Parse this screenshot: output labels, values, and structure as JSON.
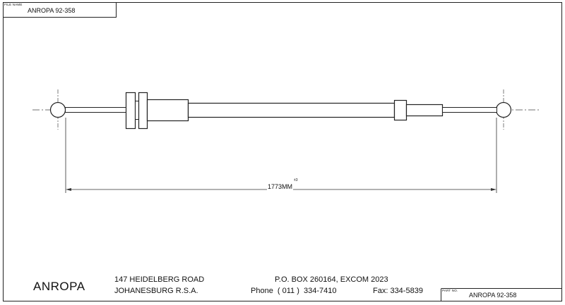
{
  "header": {
    "file_name_label": "FILE NAME",
    "file_name": "ANROPA 92-358"
  },
  "drawing": {
    "dimension_value": "1773MM",
    "dimension_tolerance": "±3"
  },
  "footer": {
    "company": "ANROPA",
    "address_line1": "147 HEIDELBERG ROAD",
    "address_line2": "JOHANESBURG R.S.A.",
    "po_box": "P.O. BOX 260164, EXCOM 2023",
    "phone": "Phone  ( 011 )  334-7410",
    "fax": "Fax: 334-5839",
    "part_no_label": "PART NO.",
    "part_no": "ANROPA 92-358"
  }
}
